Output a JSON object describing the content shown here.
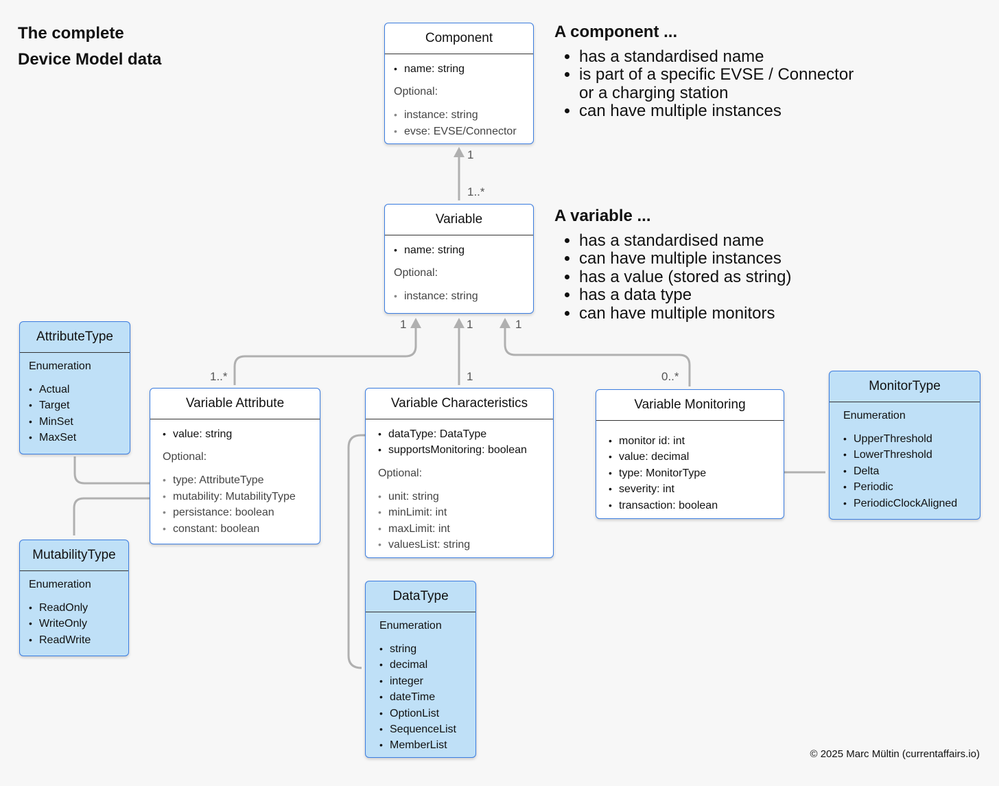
{
  "title": {
    "line1": "The complete",
    "line2": "Device Model data"
  },
  "component": {
    "name": "Component",
    "fields": [
      "name: string"
    ],
    "optional_label": "Optional:",
    "optional": [
      "instance: string",
      "evse: EVSE/Connector"
    ]
  },
  "variable": {
    "name": "Variable",
    "fields": [
      "name: string"
    ],
    "optional_label": "Optional:",
    "optional": [
      "instance: string"
    ]
  },
  "variable_attribute": {
    "name": "Variable Attribute",
    "fields": [
      "value: string"
    ],
    "optional_label": "Optional:",
    "optional": [
      "type: AttributeType",
      "mutability: MutabilityType",
      "persistance: boolean",
      "constant: boolean"
    ]
  },
  "variable_characteristics": {
    "name": "Variable Characteristics",
    "fields": [
      "dataType: DataType",
      "supportsMonitoring: boolean"
    ],
    "optional_label": "Optional:",
    "optional": [
      "unit: string",
      "minLimit: int",
      "maxLimit: int",
      "valuesList: string"
    ]
  },
  "variable_monitoring": {
    "name": "Variable Monitoring",
    "fields": [
      "monitor id: int",
      "value: decimal",
      "type: MonitorType",
      "severity: int",
      "transaction: boolean"
    ]
  },
  "attribute_type": {
    "name": "AttributeType",
    "label": "Enumeration",
    "values": [
      "Actual",
      "Target",
      "MinSet",
      "MaxSet"
    ]
  },
  "mutability_type": {
    "name": "MutabilityType",
    "label": "Enumeration",
    "values": [
      "ReadOnly",
      "WriteOnly",
      "ReadWrite"
    ]
  },
  "monitor_type": {
    "name": "MonitorType",
    "label": "Enumeration",
    "values": [
      "UpperThreshold",
      "LowerThreshold",
      "Delta",
      "Periodic",
      "PeriodicClockAligned"
    ]
  },
  "data_type": {
    "name": "DataType",
    "label": "Enumeration",
    "values": [
      "string",
      "decimal",
      "integer",
      "dateTime",
      "OptionList",
      "SequenceList",
      "MemberList"
    ]
  },
  "component_info": {
    "heading": "A component ...",
    "points": [
      "has a standardised name",
      "is part of a specific EVSE / Connector",
      "or a charging station",
      "can have multiple instances"
    ]
  },
  "variable_info": {
    "heading": "A variable ...",
    "points": [
      "has a standardised name",
      "can have multiple instances",
      "has a value (stored as string)",
      "has a data type",
      "can have multiple monitors"
    ]
  },
  "multiplicities": {
    "comp_var_top": "1",
    "comp_var_bottom": "1..*",
    "attr_var_top": "1",
    "attr_var_bottom": "1..*",
    "char_var_top": "1",
    "char_var_bottom": "1",
    "mon_var_top": "1",
    "mon_var_bottom": "0..*"
  },
  "colors": {
    "border": "#3b7de0",
    "enum_fill": "#bfe0f7",
    "connector": "#b0b0b0"
  },
  "copyright": "© 2025 Marc Mültin (currentaffairs.io)"
}
